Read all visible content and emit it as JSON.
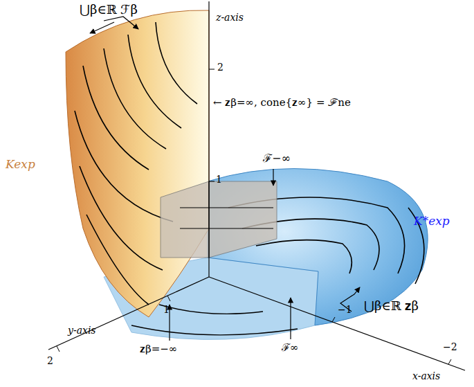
{
  "diagram": {
    "labels": [
      "⋃β∈ℝ ℱβ",
      "z-axis",
      "2",
      "← 𝐳β=∞, cone{𝐳∞} = ℱne",
      "Kexp",
      "ℱ−∞",
      "1",
      "K*exp",
      "1",
      "y-axis",
      "⋃β∈ℝ 𝐳β",
      "−1",
      "2",
      "−2",
      "𝐳β=−∞",
      "ℱ∞",
      "x-axis"
    ]
  }
}
